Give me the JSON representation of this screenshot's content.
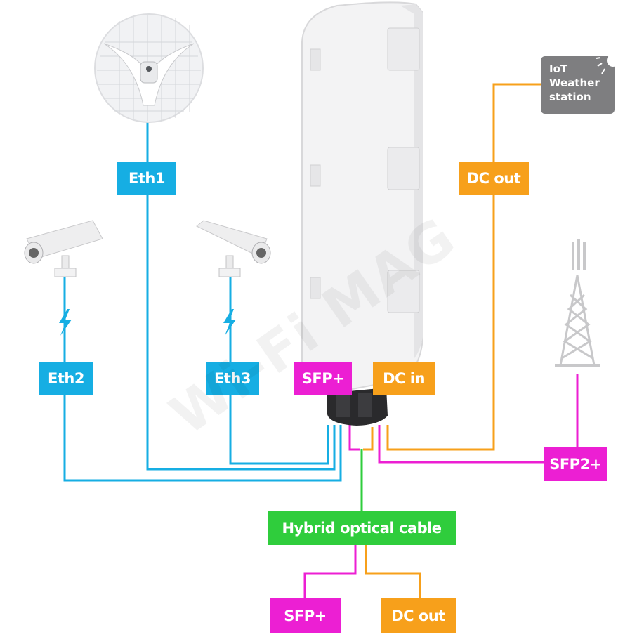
{
  "watermark": "Wi-Fi MAG",
  "labels": {
    "eth1": "Eth1",
    "eth2": "Eth2",
    "eth3": "Eth3",
    "dc_out_top": "DC out",
    "sfp_device": "SFP+",
    "dc_in": "DC in",
    "sfp2": "SFP2+",
    "hybrid": "Hybrid optical cable",
    "sfp_bottom": "SFP+",
    "dc_out_bottom": "DC out"
  },
  "iot_box": {
    "line1": "IoT",
    "line2": "Weather",
    "line3": "station"
  },
  "colors": {
    "blue": "#16aee3",
    "orange": "#f7a01b",
    "magenta": "#ec1fd3",
    "green": "#2fcd3c",
    "gray_box": "#7e7e80"
  }
}
